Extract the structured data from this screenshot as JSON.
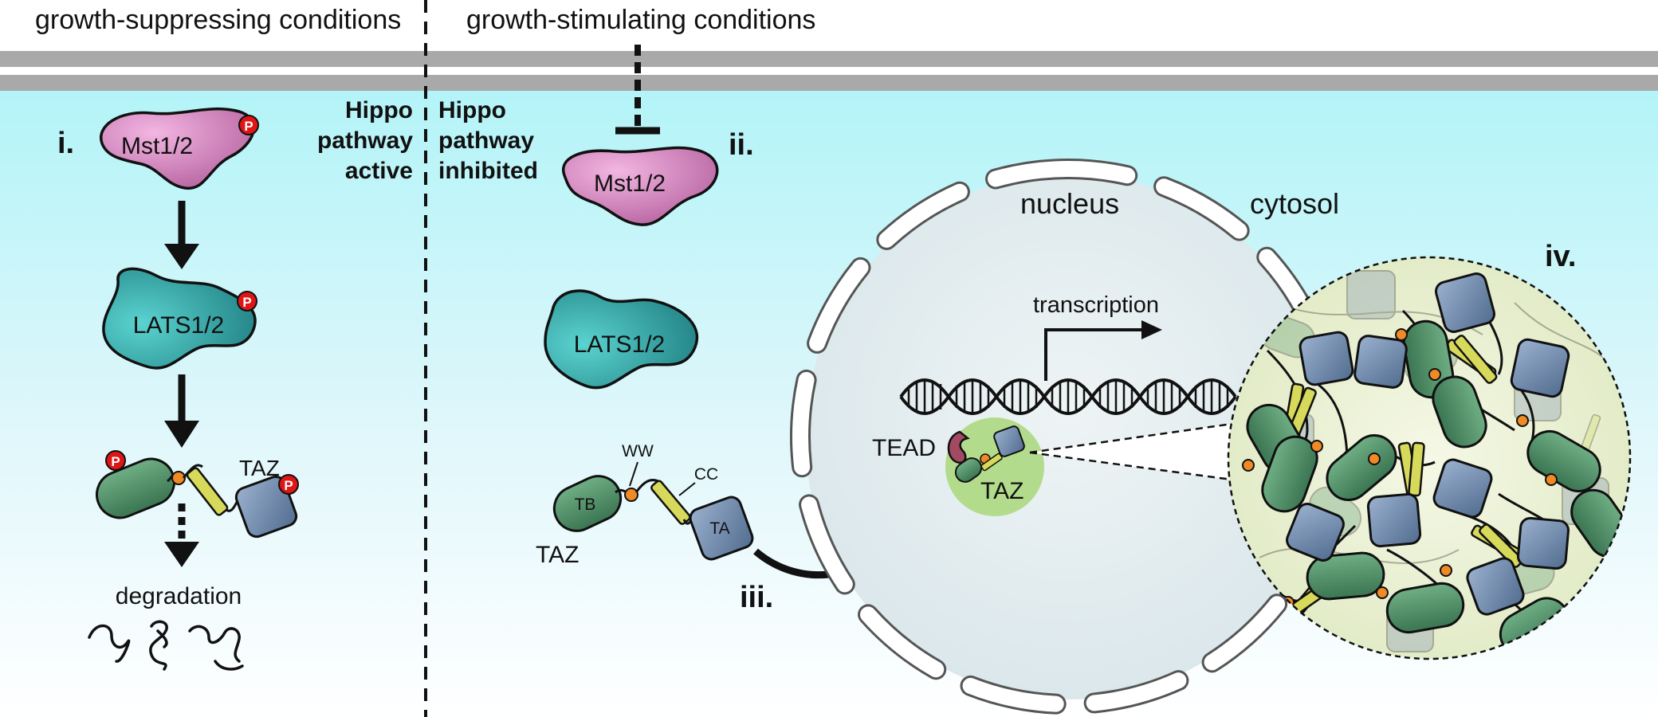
{
  "header": {
    "left_condition": "growth-suppressing conditions",
    "right_condition": "growth-stimulating conditions"
  },
  "panel_i": {
    "roman": "i.",
    "status": [
      "Hippo",
      "pathway",
      "active"
    ],
    "mst": "Mst1/2",
    "lats": "LATS1/2",
    "taz": "TAZ",
    "phospho": "P",
    "degradation": "degradation"
  },
  "panel_ii": {
    "roman": "ii.",
    "status": [
      "Hippo",
      "pathway",
      "inhibited"
    ],
    "mst": "Mst1/2",
    "lats": "LATS1/2",
    "taz": "TAZ",
    "domains": {
      "tb": "TB",
      "ww": "WW",
      "cc": "CC",
      "ta": "TA"
    }
  },
  "panel_iii": {
    "roman": "iii.",
    "nucleus": "nucleus",
    "cytosol": "cytosol",
    "transcription": "transcription",
    "tead": "TEAD",
    "taz": "TAZ"
  },
  "panel_iv": {
    "roman": "iv."
  },
  "colors": {
    "membrane": "#a9a9a9",
    "cytoplasm_top": "#b3f3f7",
    "mst": "#c879b4",
    "lats": "#2aa5a5",
    "taz_tb": "#4f8f68",
    "taz_ta": "#6f88aa",
    "cc_linker": "#d7d95a",
    "ww_domain": "#f08a24",
    "phospho": "#e01616",
    "tead": "#a24a62",
    "nucleus": "#e3ecef",
    "condensate": "#e7efcf"
  }
}
